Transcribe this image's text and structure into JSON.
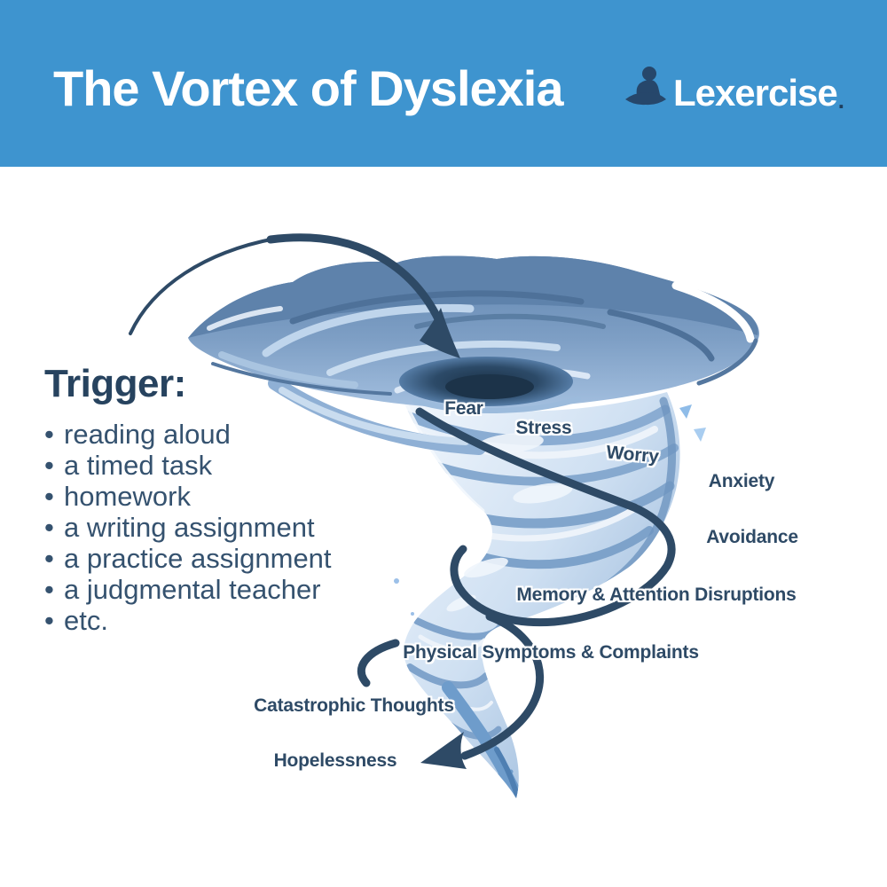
{
  "header": {
    "title": "The Vortex of Dyslexia",
    "brand": "Lexercise",
    "brand_suffix": "."
  },
  "trigger": {
    "heading": "Trigger:",
    "bullet": "•",
    "items": [
      "reading aloud",
      "a timed task",
      "homework",
      "a writing assignment",
      "a practice assignment",
      "a judgmental teacher",
      "etc."
    ]
  },
  "vortex_labels": {
    "fear": "Fear",
    "stress": "Stress",
    "worry": "Worry",
    "anxiety": "Anxiety",
    "avoidance": "Avoidance",
    "memory": "Memory & Attention Disruptions",
    "physical": "Physical Symptoms & Complaints",
    "catastrophic": "Catastrophic Thoughts",
    "hopelessness": "Hopelessness"
  },
  "colors": {
    "header_bg": "#3E94CF",
    "title_text": "#FFFFFF",
    "navy_text": "#2E4A66",
    "arrow": "#2E4A66",
    "vortex_light": "#E9F1FA",
    "vortex_mid": "#8FB0D6",
    "vortex_deep": "#5E82AB",
    "vortex_hole": "#1C3349",
    "logo_navy": "#26476B"
  }
}
